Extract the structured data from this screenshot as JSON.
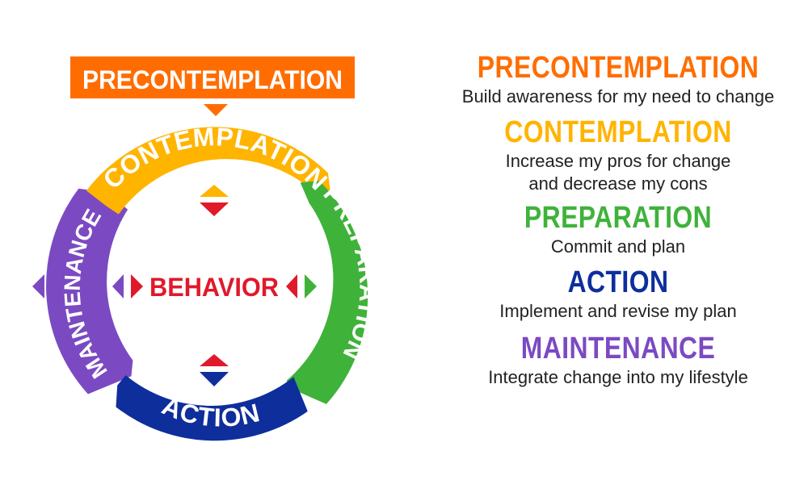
{
  "colors": {
    "precontemplation": "#FF6D00",
    "contemplation": "#FFB400",
    "preparation": "#3FB23A",
    "action": "#0E2E9C",
    "maintenance": "#7B4AC2",
    "behavior": "#E0192B"
  },
  "diagram": {
    "top_label": "PRECONTEMPLATION",
    "ring_labels": {
      "contemplation": "CONTEMPLATION",
      "preparation": "PREPARATION",
      "action": "ACTION",
      "maintenance": "MAINTENANCE"
    },
    "center_label": "BEHAVIOR",
    "icons": [
      "triangle-arrow-icon",
      "diamond-arrow-icon"
    ]
  },
  "legend": {
    "stages": [
      {
        "title": "PRECONTEMPLATION",
        "description": "Build awareness for my need to change",
        "color": "#FF6D00"
      },
      {
        "title": "CONTEMPLATION",
        "description": "Increase my pros for change\nand decrease my cons",
        "color": "#FFB400"
      },
      {
        "title": "PREPARATION",
        "description": "Commit and plan",
        "color": "#3FB23A"
      },
      {
        "title": "ACTION",
        "description": "Implement and revise my plan",
        "color": "#0E2E9C"
      },
      {
        "title": "MAINTENANCE",
        "description": "Integrate change into my lifestyle",
        "color": "#7B4AC2"
      }
    ]
  }
}
